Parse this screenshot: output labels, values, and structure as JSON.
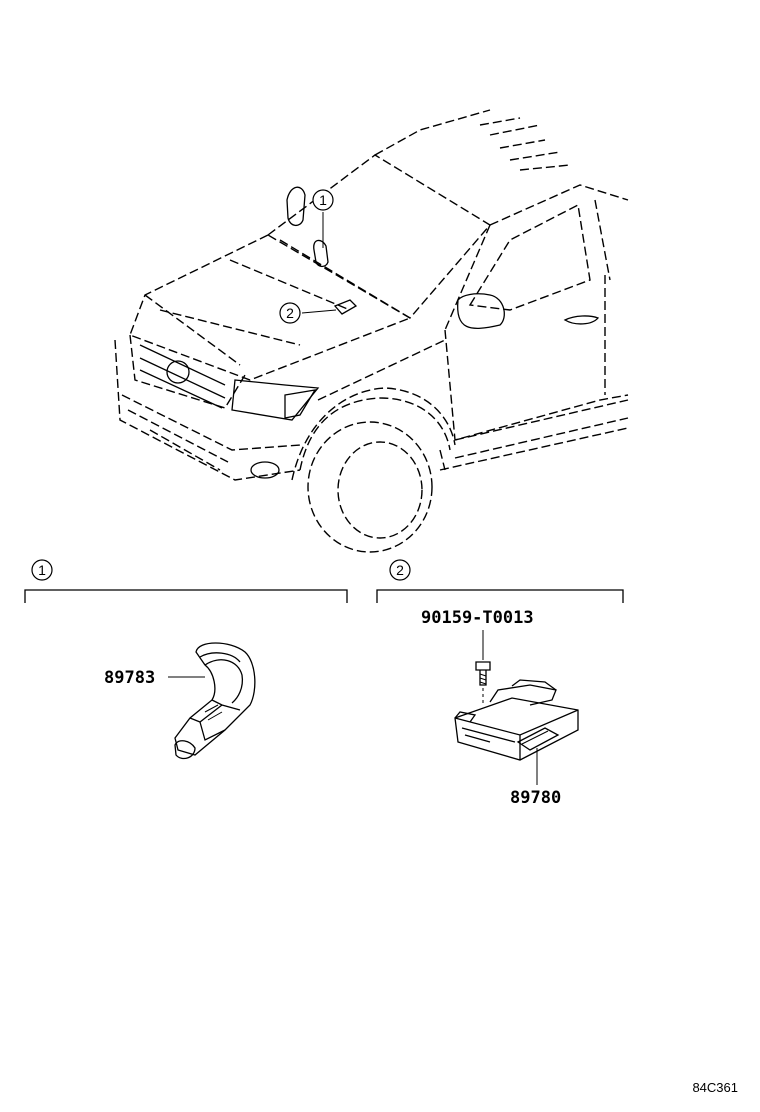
{
  "callouts": {
    "c1": "1",
    "c2": "2"
  },
  "parts": {
    "sensor": "89783",
    "module": "89780",
    "screw": "90159-T0013"
  },
  "reference_code": "84C361"
}
